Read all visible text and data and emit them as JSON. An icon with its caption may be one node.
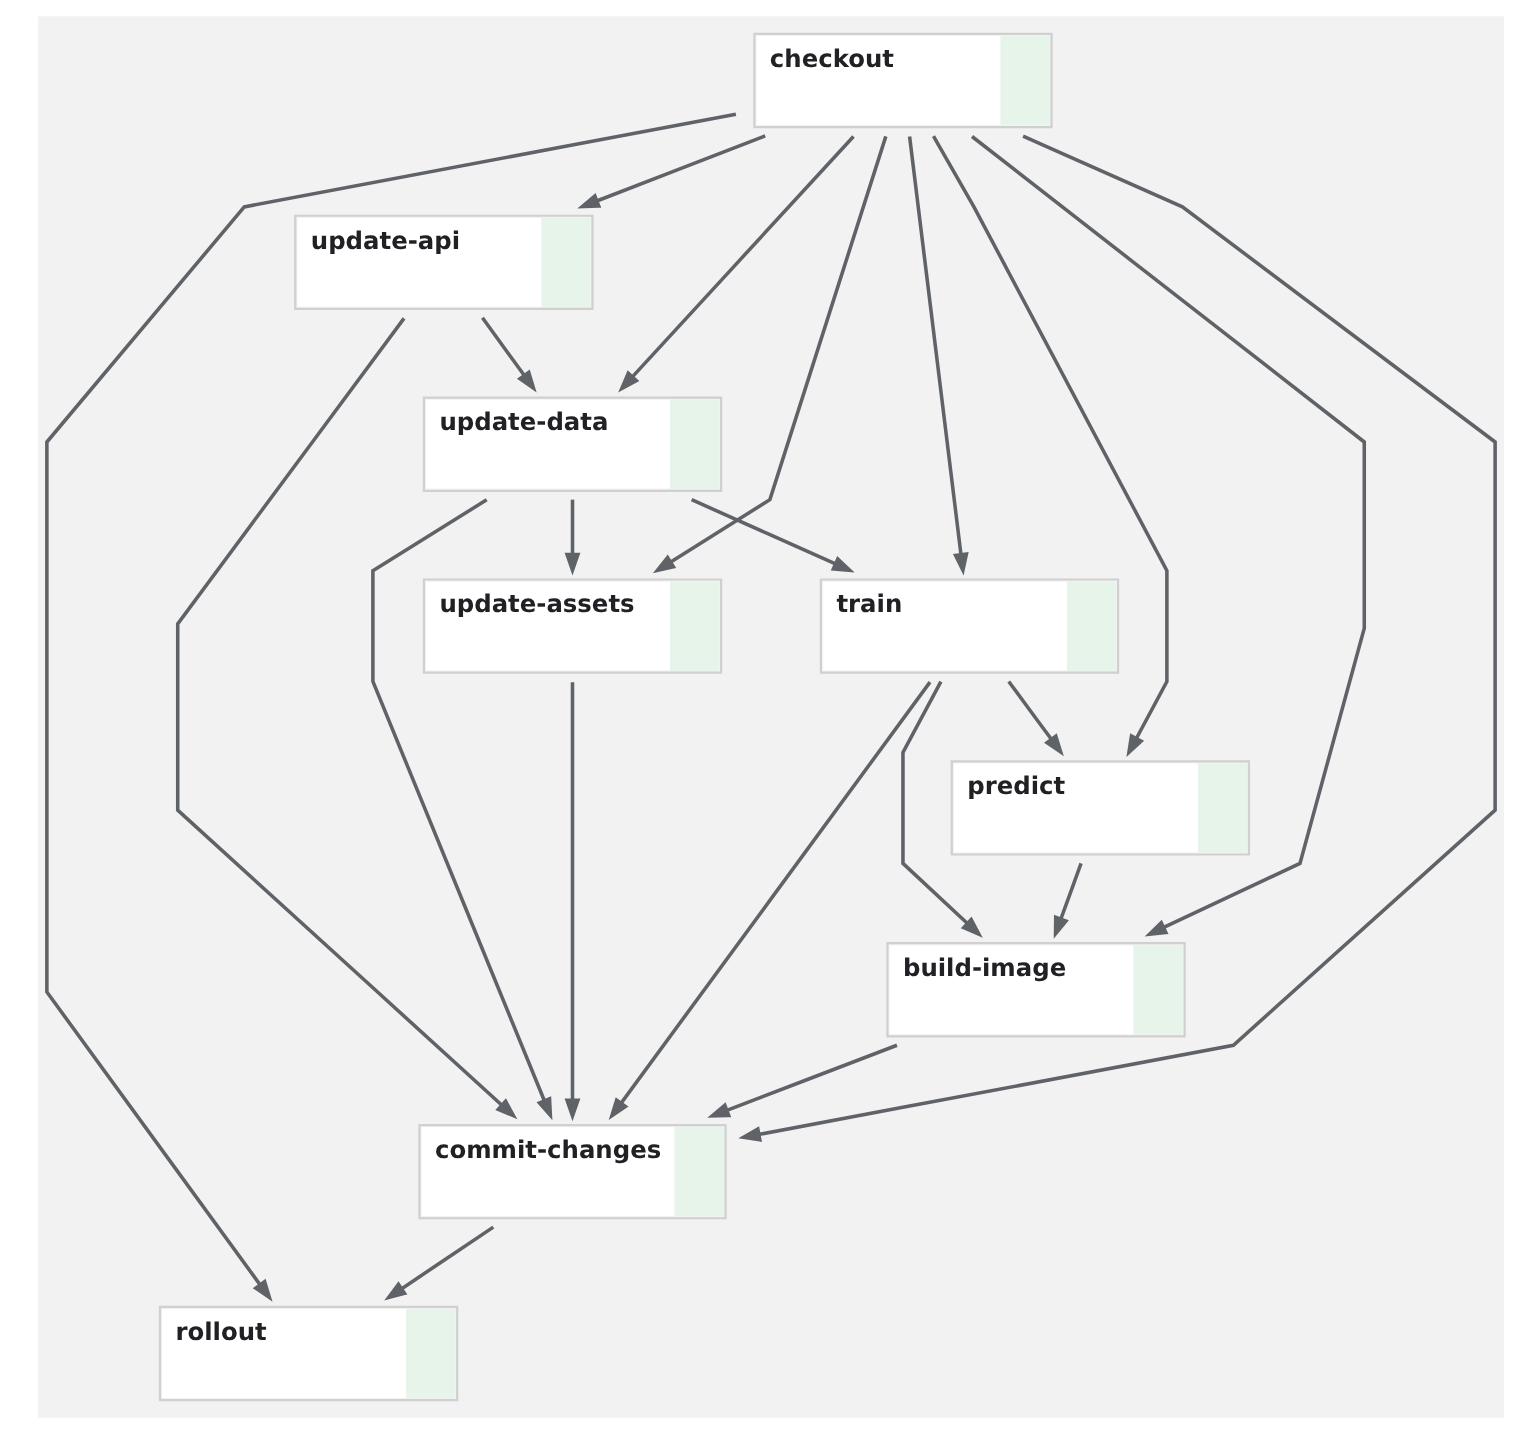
{
  "diagram": {
    "nodes": [
      {
        "text": [
          "checkout"
        ]
      },
      {
        "text": [
          "update-api"
        ]
      },
      {
        "text": [
          "update-data"
        ]
      },
      {
        "text": [
          "train"
        ]
      },
      {
        "text": [
          "update-assets"
        ]
      },
      {
        "text": [
          "predict"
        ]
      },
      {
        "text": [
          "build-image"
        ]
      },
      {
        "text": [
          "commit-changes"
        ]
      },
      {
        "text": [
          "rollout"
        ]
      }
    ],
    "edges": [
      {
        "from": 0,
        "to": 8,
        "arrow": "to"
      },
      {
        "from": 0,
        "to": 7,
        "arrow": "to"
      },
      {
        "from": 0,
        "to": 1,
        "arrow": "to"
      },
      {
        "from": 0,
        "to": 3,
        "arrow": "to"
      },
      {
        "from": 0,
        "to": 2,
        "arrow": "to"
      },
      {
        "from": 0,
        "to": 6,
        "arrow": "to"
      },
      {
        "from": 0,
        "to": 5,
        "arrow": "to"
      },
      {
        "from": 0,
        "to": 4,
        "arrow": "to"
      },
      {
        "from": 1,
        "to": 7,
        "arrow": "to"
      },
      {
        "from": 1,
        "to": 2,
        "arrow": "to"
      },
      {
        "from": 2,
        "to": 7,
        "arrow": "to"
      },
      {
        "from": 2,
        "to": 3,
        "arrow": "to"
      },
      {
        "from": 2,
        "to": 4,
        "arrow": "to"
      },
      {
        "from": 3,
        "to": 7,
        "arrow": "to"
      },
      {
        "from": 3,
        "to": 6,
        "arrow": "to"
      },
      {
        "from": 3,
        "to": 5,
        "arrow": "to"
      },
      {
        "from": 5,
        "to": 6,
        "arrow": "to"
      },
      {
        "from": 6,
        "to": 7,
        "arrow": "to"
      },
      {
        "from": 4,
        "to": 7,
        "arrow": "to"
      },
      {
        "from": 7,
        "to": 8,
        "arrow": "to"
      }
    ]
  }
}
